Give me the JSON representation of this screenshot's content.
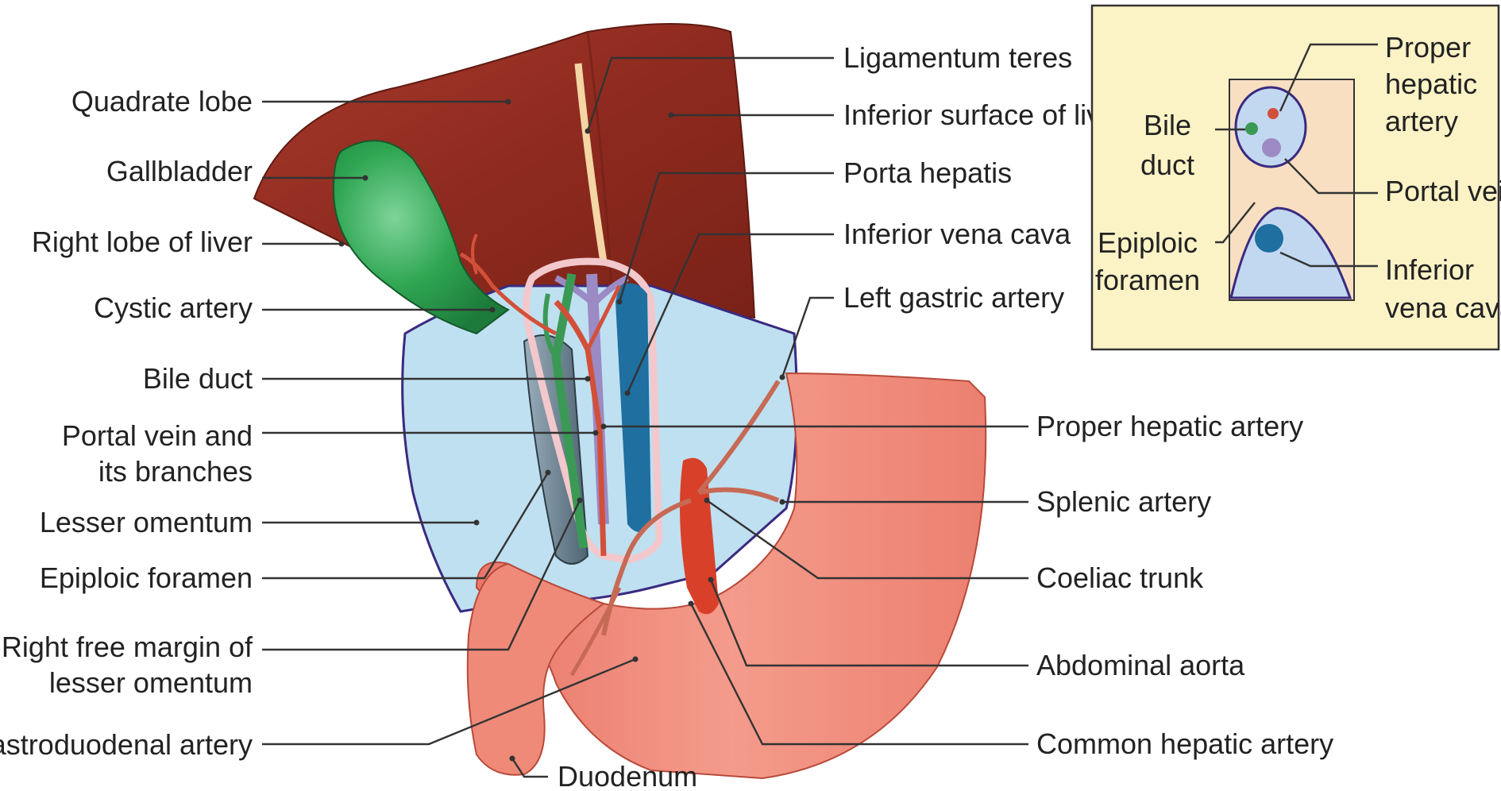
{
  "labels": {
    "quadrate_lobe": "Quadrate lobe",
    "gallbladder": "Gallbladder",
    "right_lobe": "Right lobe of liver",
    "cystic_artery": "Cystic artery",
    "bile_duct": "Bile duct",
    "portal_vein_1": "Portal vein and",
    "portal_vein_2": "its branches",
    "lesser_omentum": "Lesser omentum",
    "epiploic_foramen": "Epiploic foramen",
    "right_free_margin_1": "Right free margin of",
    "right_free_margin_2": "lesser omentum",
    "gastroduodenal_artery": "Gastroduodenal artery",
    "duodenum": "Duodenum",
    "ligamentum_teres": "Ligamentum teres",
    "inferior_surface": "Inferior surface of liver",
    "porta_hepatis": "Porta hepatis",
    "ivc": "Inferior vena cava",
    "left_gastric_artery": "Left gastric artery",
    "proper_hepatic_artery": "Proper hepatic artery",
    "splenic_artery": "Splenic artery",
    "coeliac_trunk": "Coeliac trunk",
    "abdominal_aorta": "Abdominal aorta",
    "common_hepatic_artery": "Common hepatic artery"
  },
  "inset": {
    "proper_hepatic_1": "Proper",
    "proper_hepatic_2": "hepatic",
    "proper_hepatic_3": "artery",
    "bile_duct_1": "Bile",
    "bile_duct_2": "duct",
    "portal_vein": "Portal vein",
    "epiploic_1": "Epiploic",
    "epiploic_2": "foramen",
    "ivc_1": "Inferior",
    "ivc_2": "vena cava"
  },
  "colors": {
    "liver": "#8e2a1f",
    "gallbladder": "#2e9a4a",
    "omentum": "#bfe0f0",
    "stomach": "#f08a7a",
    "portal_vein": "#9b8ac4",
    "bile_duct": "#3a9a55",
    "hepatic_artery": "#d2503a",
    "ivc": "#1f6fa0",
    "aorta": "#d8402a",
    "inset_background": "#fbf3c6"
  }
}
